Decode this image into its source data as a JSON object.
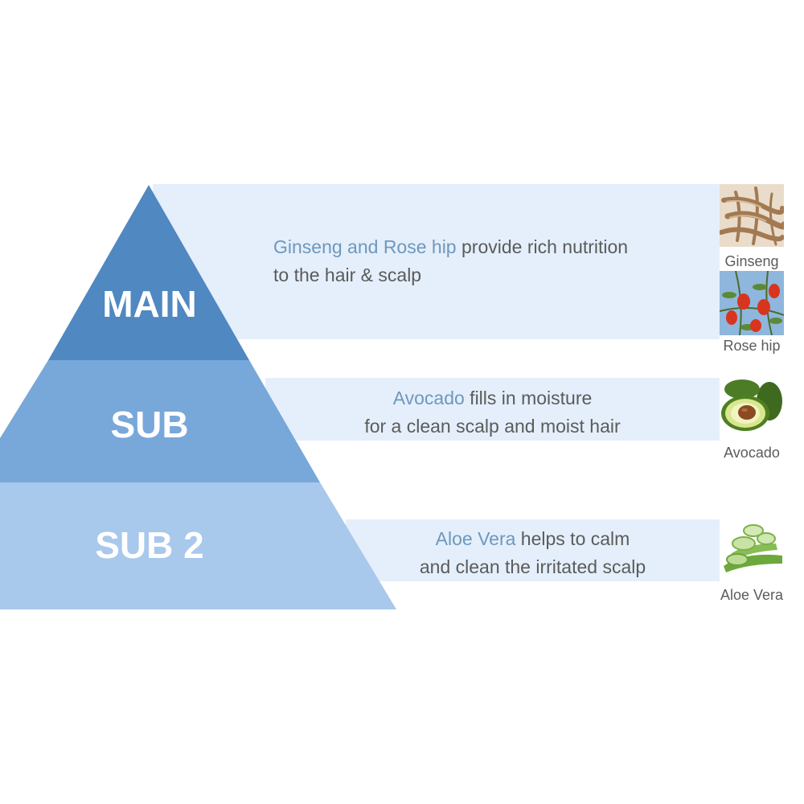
{
  "tiers": [
    {
      "label": "MAIN",
      "color": "#5088c1"
    },
    {
      "label": "SUB",
      "color": "#78a7da"
    },
    {
      "label": "SUB 2",
      "color": "#a8c8ec"
    }
  ],
  "descriptions": {
    "main": {
      "highlight": "Ginseng and Rose hip",
      "rest1": " provide rich nutrition",
      "line2": "to the hair & scalp"
    },
    "sub": {
      "highlight": "Avocado",
      "rest1": " fills in moisture",
      "line2": "for a clean scalp and moist hair"
    },
    "sub2": {
      "highlight": "Aloe Vera",
      "rest1": " helps to calm",
      "line2": "and clean the irritated scalp"
    }
  },
  "ingredients": {
    "ginseng": "Ginseng",
    "rosehip": "Rose hip",
    "avocado": "Avocado",
    "aloe": "Aloe Vera"
  },
  "colors": {
    "band": "#e4effb",
    "highlight": "#6e98bd",
    "text": "#5b5b5b"
  }
}
